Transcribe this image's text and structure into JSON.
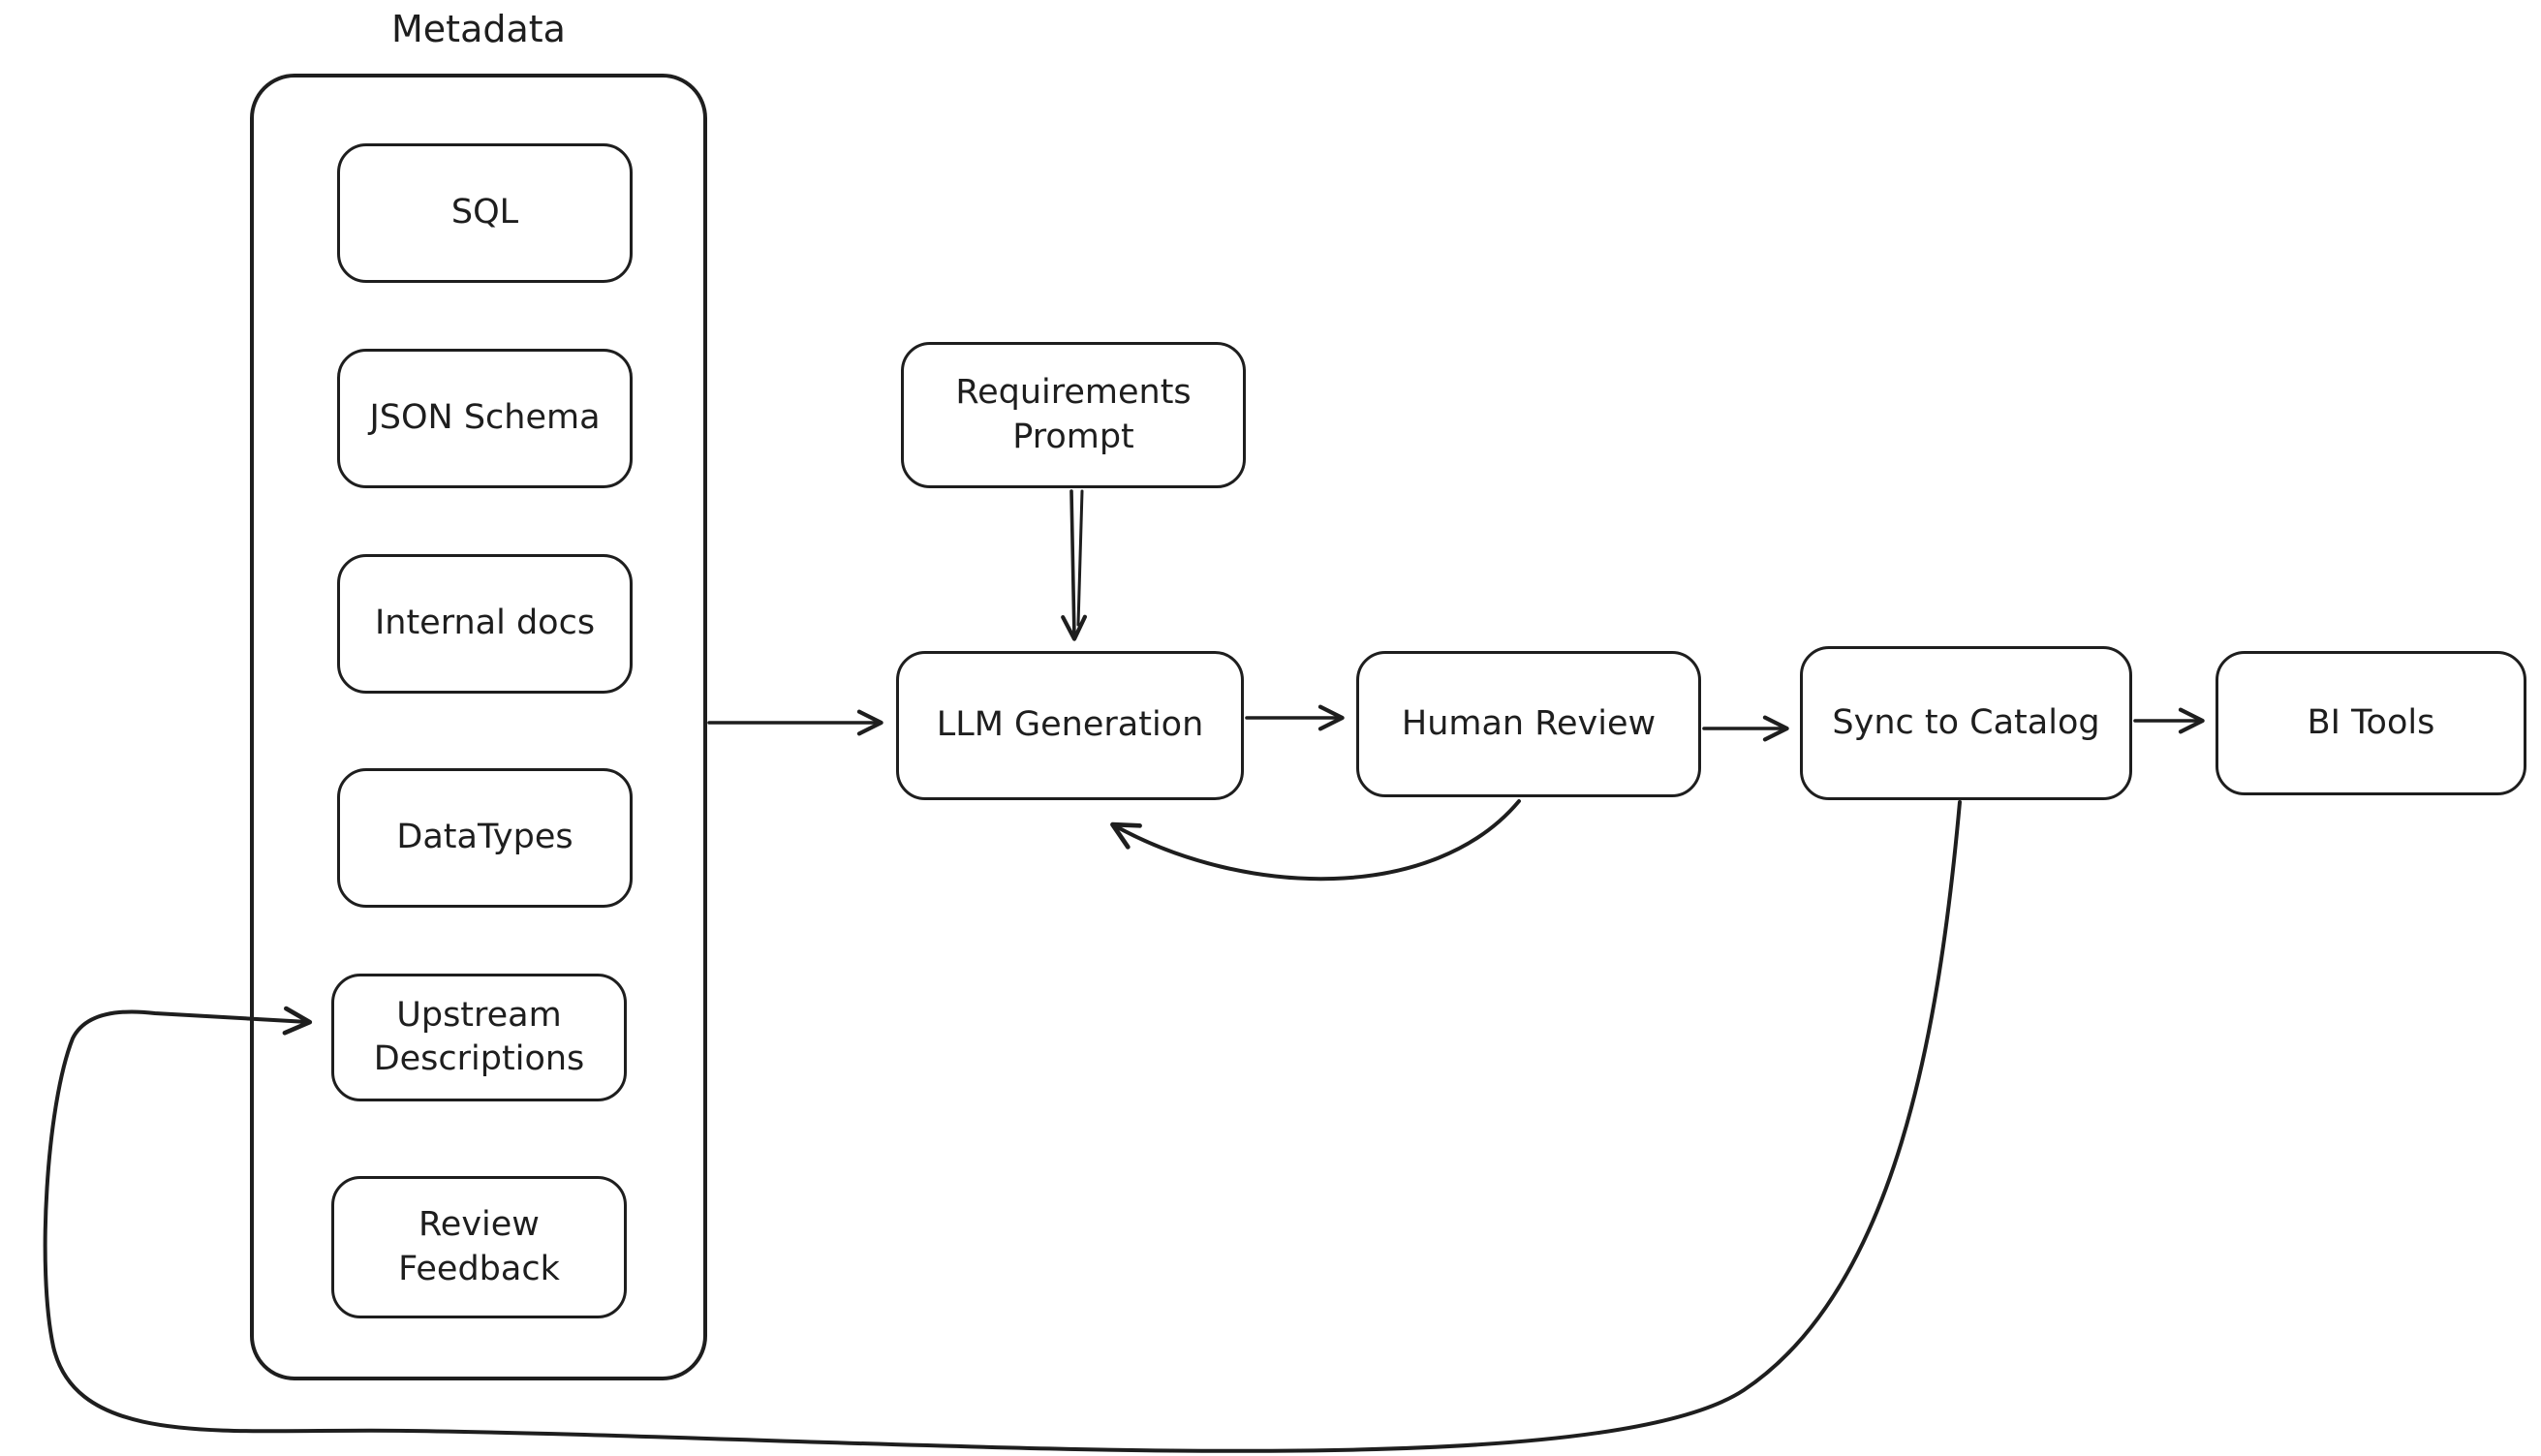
{
  "diagram": {
    "metadata_group": {
      "label": "Metadata",
      "items": [
        {
          "label": "SQL"
        },
        {
          "label": "JSON Schema"
        },
        {
          "label": "Internal docs"
        },
        {
          "label": "DataTypes"
        },
        {
          "label": "Upstream\nDescriptions"
        },
        {
          "label": "Review\nFeedback"
        }
      ]
    },
    "nodes": [
      {
        "id": "requirements-prompt",
        "label": "Requirements\nPrompt"
      },
      {
        "id": "llm-generation",
        "label": "LLM Generation"
      },
      {
        "id": "human-review",
        "label": "Human Review"
      },
      {
        "id": "sync-to-catalog",
        "label": "Sync to Catalog"
      },
      {
        "id": "bi-tools",
        "label": "BI Tools"
      }
    ],
    "edges": [
      {
        "from": "Metadata",
        "to": "LLM Generation"
      },
      {
        "from": "Requirements Prompt",
        "to": "LLM Generation"
      },
      {
        "from": "LLM Generation",
        "to": "Human Review"
      },
      {
        "from": "Human Review",
        "to": "LLM Generation"
      },
      {
        "from": "Human Review",
        "to": "Sync to Catalog"
      },
      {
        "from": "Sync to Catalog",
        "to": "BI Tools"
      },
      {
        "from": "Sync to Catalog",
        "to": "Upstream Descriptions"
      }
    ],
    "colors": {
      "stroke": "#1e1e1e",
      "background": "#ffffff"
    }
  }
}
